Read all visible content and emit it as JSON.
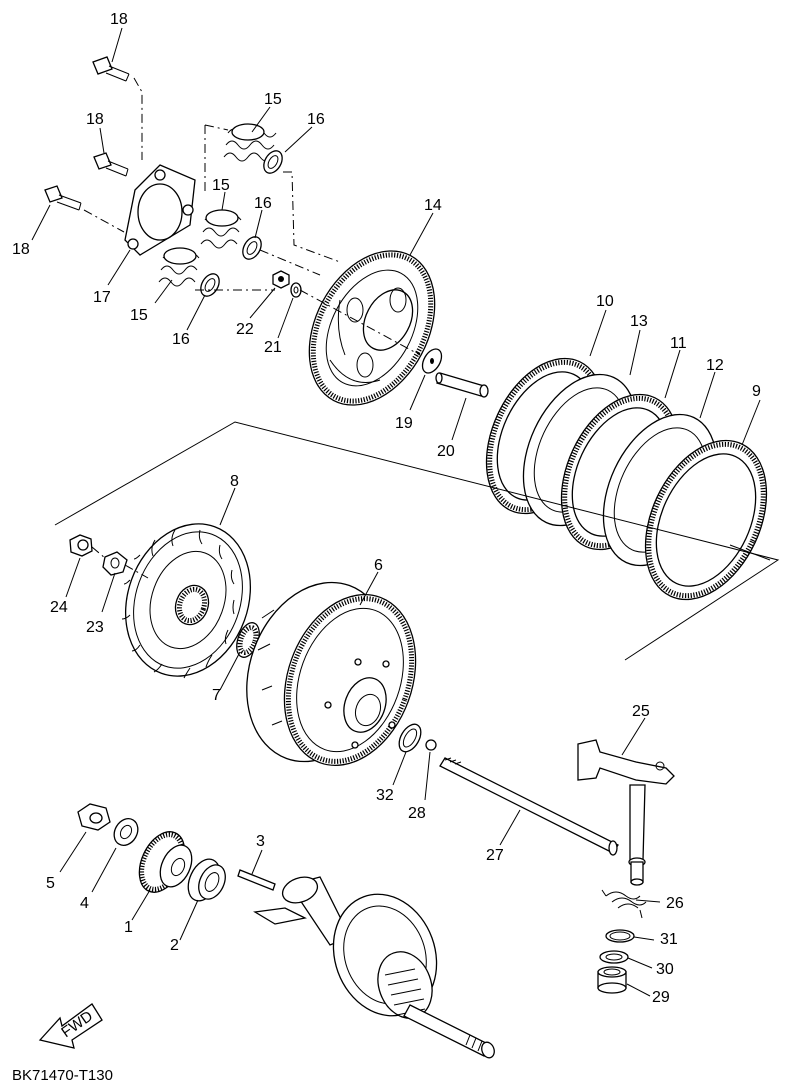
{
  "callouts": {
    "c1": "1",
    "c2": "2",
    "c3": "3",
    "c4": "4",
    "c5": "5",
    "c6": "6",
    "c7": "7",
    "c8": "8",
    "c9": "9",
    "c10": "10",
    "c11": "11",
    "c12": "12",
    "c13": "13",
    "c14": "14",
    "c15a": "15",
    "c15b": "15",
    "c15c": "15",
    "c16a": "16",
    "c16b": "16",
    "c16c": "16",
    "c17": "17",
    "c18a": "18",
    "c18b": "18",
    "c18c": "18",
    "c19": "19",
    "c20": "20",
    "c21": "21",
    "c22": "22",
    "c23": "23",
    "c24": "24",
    "c25": "25",
    "c26": "26",
    "c27": "27",
    "c28": "28",
    "c29": "29",
    "c30": "30",
    "c31": "31",
    "c32": "32"
  },
  "direction_badge": "FWD",
  "diagram_code": "BK71470-T130",
  "icons": {
    "direction": "arrow-fwd-icon"
  }
}
